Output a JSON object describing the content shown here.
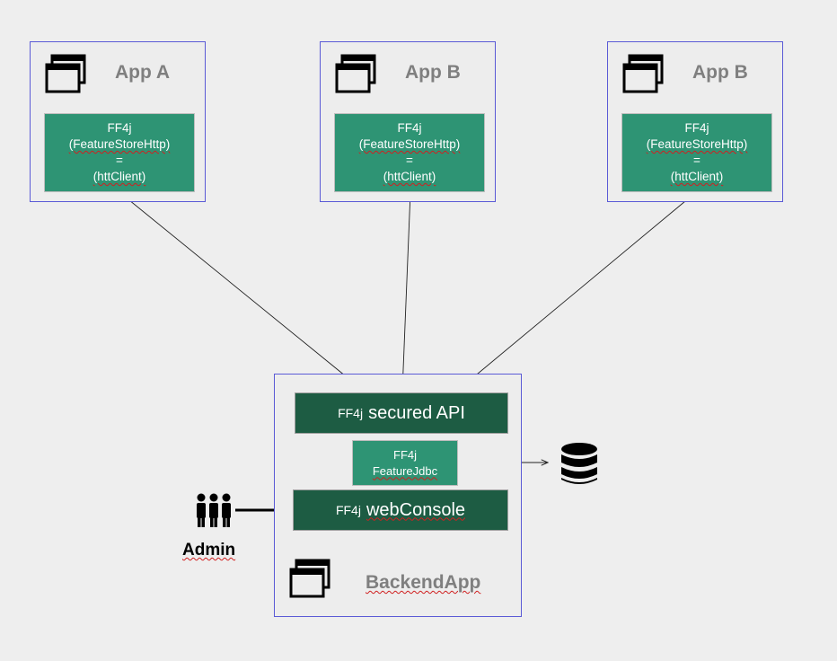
{
  "apps": [
    {
      "title": "App A",
      "ff_lines": [
        "FF4j",
        "(FeatureStoreHttp)",
        "=",
        "(httClient)"
      ]
    },
    {
      "title": "App B",
      "ff_lines": [
        "FF4j",
        "(FeatureStoreHttp)",
        "=",
        "(httClient)"
      ]
    },
    {
      "title": "App B",
      "ff_lines": [
        "FF4j",
        "(FeatureStoreHttp)",
        "=",
        "(httClient)"
      ]
    }
  ],
  "backend": {
    "title": "BackendApp",
    "secured_api": {
      "prefix": "FF4j",
      "label": "secured API"
    },
    "jdbc": {
      "line1": "FF4j",
      "line2": "FeatureJdbc"
    },
    "webconsole": {
      "prefix": "FF4j",
      "label": "webConsole"
    }
  },
  "admin": {
    "label": "Admin"
  },
  "icons": [
    "app-window-icon",
    "database-icon",
    "users-group-icon"
  ],
  "colors": {
    "box_border": "#5a5ad6",
    "ff_green": "#2e9474",
    "dark_green": "#1d5c43",
    "title_gray": "#7f7f7f"
  }
}
